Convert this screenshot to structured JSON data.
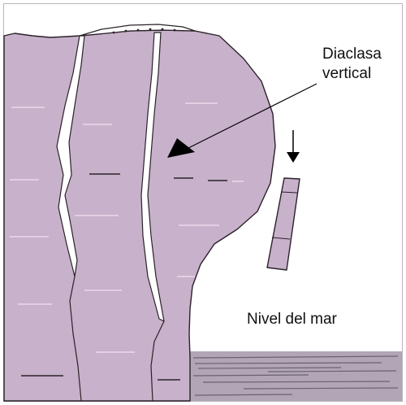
{
  "labels": {
    "diaclasa": [
      "Diaclasa",
      "vertical"
    ],
    "nivel_del_mar": "Nivel del mar"
  },
  "colors": {
    "rock": "#c8b1cb",
    "rock_outline": "#2a2228",
    "fracture": "#ffffff",
    "sea_band": "#b1a5b6",
    "sea_lines": "#6b6272",
    "arrow": "#000000"
  }
}
